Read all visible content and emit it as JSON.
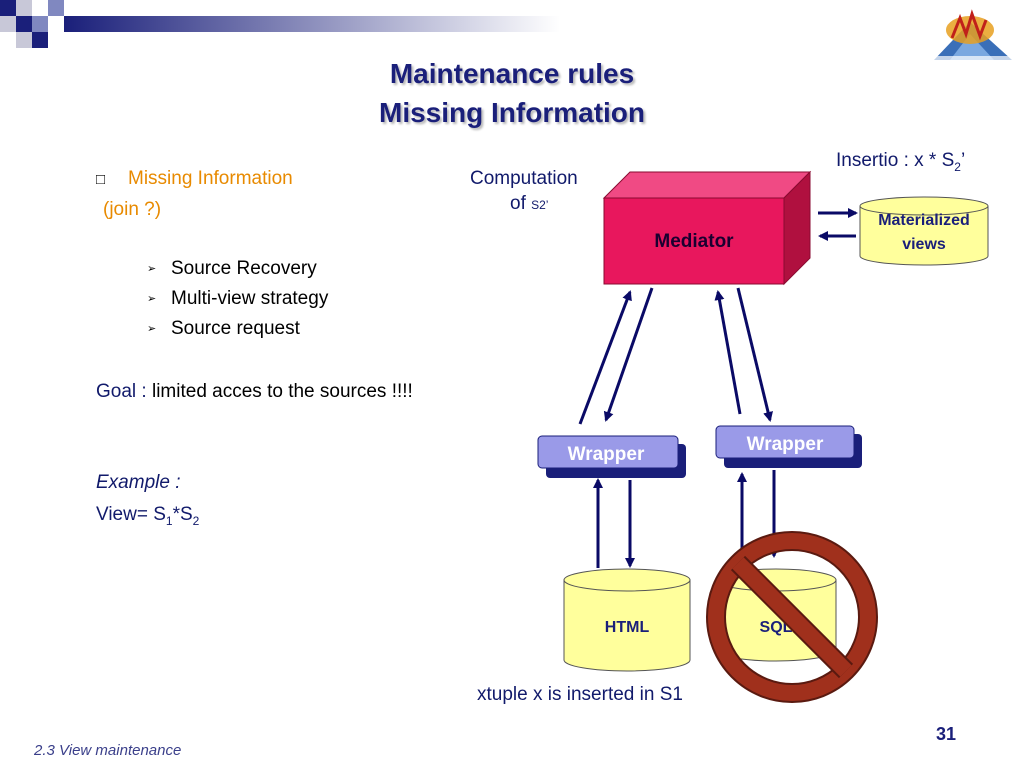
{
  "slide": {
    "title_line1": "Maintenance rules",
    "title_line2": "Missing Information",
    "footer": "2.3 View maintenance",
    "page_number": "31"
  },
  "left_panel": {
    "bullet_marker": "□",
    "heading": "Missing Information",
    "heading_note": "(join ?)",
    "sub_items": [
      "Source Recovery",
      "Multi-view strategy",
      "Source request"
    ],
    "sub_marker": "➢",
    "goal_label": "Goal :",
    "goal_text": " limited acces to the sources !!!!",
    "example_label": "Example :",
    "view_prefix": "View= S",
    "view_sub1": "1",
    "view_mid": "*S",
    "view_sub2": "2"
  },
  "diagram": {
    "computation_line1": "Computation",
    "computation_of": "of ",
    "computation_sub": "S2’",
    "insertio_prefix": "Insertio : x * S",
    "insertio_sub": "2",
    "insertio_suffix": "’",
    "mediator_label": "Mediator",
    "materialized_line1": "Materialized",
    "materialized_line2": "views",
    "wrapper_left": "Wrapper",
    "wrapper_right": "Wrapper",
    "source_html": "HTML",
    "source_sql": "SQL",
    "caption": "xtuple x is inserted in S1",
    "forbidden_icon": "prohibition-icon"
  },
  "colors": {
    "title": "#1a1f7a",
    "accent_orange": "#e88a00",
    "mediator_front": "#e8175d",
    "mediator_top": "#f04a84",
    "mediator_side": "#b0103f",
    "cylinder_fill": "#ffff9c",
    "wrapper_fill": "#9a9ae8",
    "wrapper_shadow": "#1a1f7a",
    "arrow": "#0a0a66",
    "prohibition": "#a0301c"
  }
}
